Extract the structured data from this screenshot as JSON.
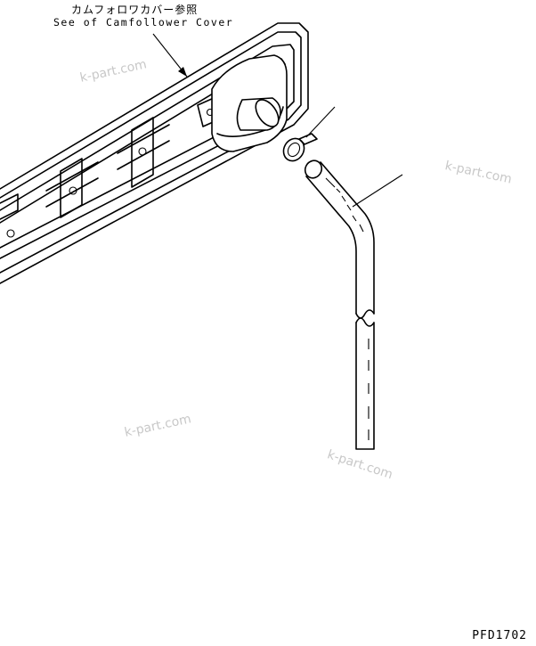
{
  "annotation": {
    "japanese": "カムフォロワカバー参照",
    "english": "See of Camfollower Cover"
  },
  "drawing_code": "PFD1702",
  "watermarks": [
    "k-part.com",
    "k-part.com",
    "k-part.com",
    "k-part.com"
  ]
}
